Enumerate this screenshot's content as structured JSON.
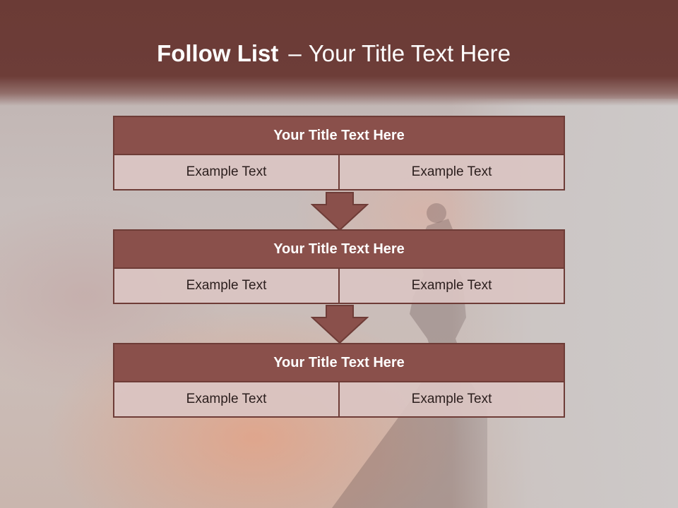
{
  "slide": {
    "title_bold": "Follow List",
    "title_separator": "–",
    "title_rest": "Your Title Text Here"
  },
  "steps": [
    {
      "title": "Your Title Text Here",
      "left": "Example Text",
      "right": "Example Text"
    },
    {
      "title": "Your Title Text Here",
      "left": "Example Text",
      "right": "Example Text"
    },
    {
      "title": "Your Title Text Here",
      "left": "Example Text",
      "right": "Example Text"
    }
  ],
  "colors": {
    "header": "#6d3d38",
    "block_title": "#8a504b",
    "block_border": "#6e3c37",
    "cell_fill": "#dac4c2"
  }
}
